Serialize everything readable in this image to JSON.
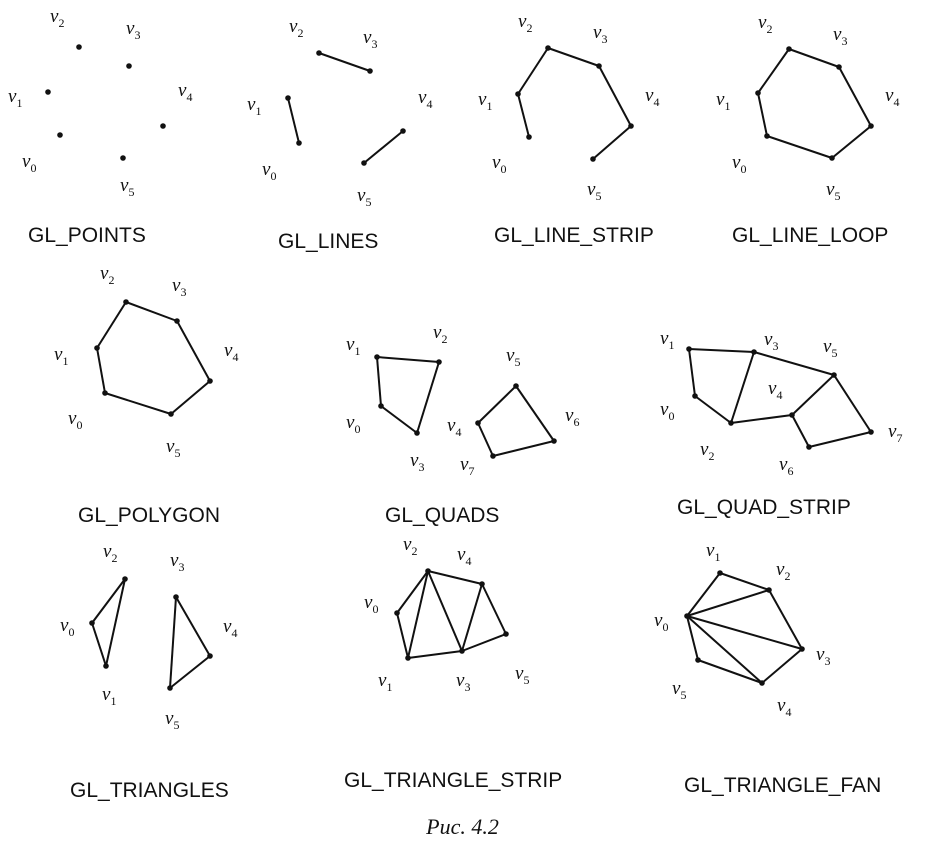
{
  "figure_caption": "Рис. 4.2",
  "panels": [
    {
      "label": "GL_POINTS",
      "vertex_labels": [
        {
          "v": "v",
          "sub": "0"
        },
        {
          "v": "v",
          "sub": "1"
        },
        {
          "v": "v",
          "sub": "2"
        },
        {
          "v": "v",
          "sub": "3"
        },
        {
          "v": "v",
          "sub": "4"
        },
        {
          "v": "v",
          "sub": "5"
        }
      ]
    },
    {
      "label": "GL_LINES",
      "vertex_labels": [
        {
          "v": "v",
          "sub": "0"
        },
        {
          "v": "v",
          "sub": "1"
        },
        {
          "v": "v",
          "sub": "2"
        },
        {
          "v": "v",
          "sub": "3"
        },
        {
          "v": "v",
          "sub": "4"
        },
        {
          "v": "v",
          "sub": "5"
        }
      ]
    },
    {
      "label": "GL_LINE_STRIP",
      "vertex_labels": [
        {
          "v": "v",
          "sub": "0"
        },
        {
          "v": "v",
          "sub": "1"
        },
        {
          "v": "v",
          "sub": "2"
        },
        {
          "v": "v",
          "sub": "3"
        },
        {
          "v": "v",
          "sub": "4"
        },
        {
          "v": "v",
          "sub": "5"
        }
      ]
    },
    {
      "label": "GL_LINE_LOOP",
      "vertex_labels": [
        {
          "v": "v",
          "sub": "0"
        },
        {
          "v": "v",
          "sub": "1"
        },
        {
          "v": "v",
          "sub": "2"
        },
        {
          "v": "v",
          "sub": "3"
        },
        {
          "v": "v",
          "sub": "4"
        },
        {
          "v": "v",
          "sub": "5"
        }
      ]
    },
    {
      "label": "GL_POLYGON",
      "vertex_labels": [
        {
          "v": "v",
          "sub": "0"
        },
        {
          "v": "v",
          "sub": "1"
        },
        {
          "v": "v",
          "sub": "2"
        },
        {
          "v": "v",
          "sub": "3"
        },
        {
          "v": "v",
          "sub": "4"
        },
        {
          "v": "v",
          "sub": "5"
        }
      ]
    },
    {
      "label": "GL_QUADS",
      "vertex_labels": [
        {
          "v": "v",
          "sub": "0"
        },
        {
          "v": "v",
          "sub": "1"
        },
        {
          "v": "v",
          "sub": "2"
        },
        {
          "v": "v",
          "sub": "3"
        },
        {
          "v": "v",
          "sub": "4"
        },
        {
          "v": "v",
          "sub": "5"
        },
        {
          "v": "v",
          "sub": "6"
        },
        {
          "v": "v",
          "sub": "7"
        }
      ]
    },
    {
      "label": "GL_QUAD_STRIP",
      "vertex_labels": [
        {
          "v": "v",
          "sub": "0"
        },
        {
          "v": "v",
          "sub": "1"
        },
        {
          "v": "v",
          "sub": "2"
        },
        {
          "v": "v",
          "sub": "3"
        },
        {
          "v": "v",
          "sub": "4"
        },
        {
          "v": "v",
          "sub": "5"
        },
        {
          "v": "v",
          "sub": "6"
        },
        {
          "v": "v",
          "sub": "7"
        }
      ]
    },
    {
      "label": "GL_TRIANGLES",
      "vertex_labels": [
        {
          "v": "v",
          "sub": "0"
        },
        {
          "v": "v",
          "sub": "1"
        },
        {
          "v": "v",
          "sub": "2"
        },
        {
          "v": "v",
          "sub": "3"
        },
        {
          "v": "v",
          "sub": "4"
        },
        {
          "v": "v",
          "sub": "5"
        }
      ]
    },
    {
      "label": "GL_TRIANGLE_STRIP",
      "vertex_labels": [
        {
          "v": "v",
          "sub": "0"
        },
        {
          "v": "v",
          "sub": "1"
        },
        {
          "v": "v",
          "sub": "2"
        },
        {
          "v": "v",
          "sub": "3"
        },
        {
          "v": "v",
          "sub": "4"
        },
        {
          "v": "v",
          "sub": "5"
        }
      ]
    },
    {
      "label": "GL_TRIANGLE_FAN",
      "vertex_labels": [
        {
          "v": "v",
          "sub": "0"
        },
        {
          "v": "v",
          "sub": "1"
        },
        {
          "v": "v",
          "sub": "2"
        },
        {
          "v": "v",
          "sub": "3"
        },
        {
          "v": "v",
          "sub": "4"
        },
        {
          "v": "v",
          "sub": "5"
        }
      ]
    }
  ]
}
